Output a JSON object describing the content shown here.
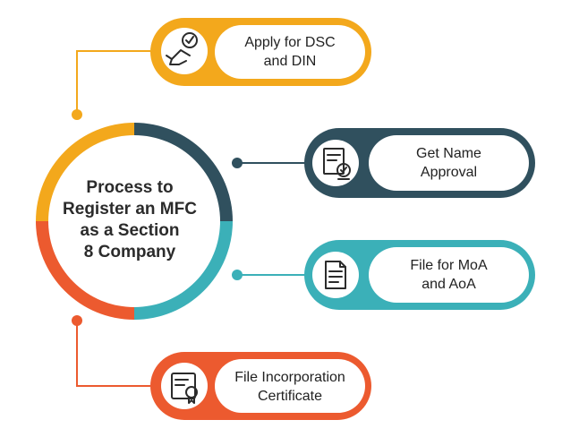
{
  "center": {
    "lines": [
      "Process to",
      "Register an MFC",
      "as a Section",
      "8 Company"
    ]
  },
  "steps": [
    {
      "lines": [
        "Apply for DSC",
        "and DIN"
      ],
      "icon": "hand-check-icon",
      "color": "#f3a81c"
    },
    {
      "lines": [
        "Get Name",
        "Approval"
      ],
      "icon": "stamp-document-icon",
      "color": "#30505e"
    },
    {
      "lines": [
        "File for MoA",
        "and AoA"
      ],
      "icon": "document-icon",
      "color": "#3bb0b8"
    },
    {
      "lines": [
        "File Incorporation",
        "Certificate"
      ],
      "icon": "certificate-icon",
      "color": "#ec5a2f"
    }
  ],
  "colors": {
    "yellow": "#f3a81c",
    "navy": "#30505e",
    "teal": "#3bb0b8",
    "orange": "#ec5a2f",
    "text": "#222222"
  }
}
